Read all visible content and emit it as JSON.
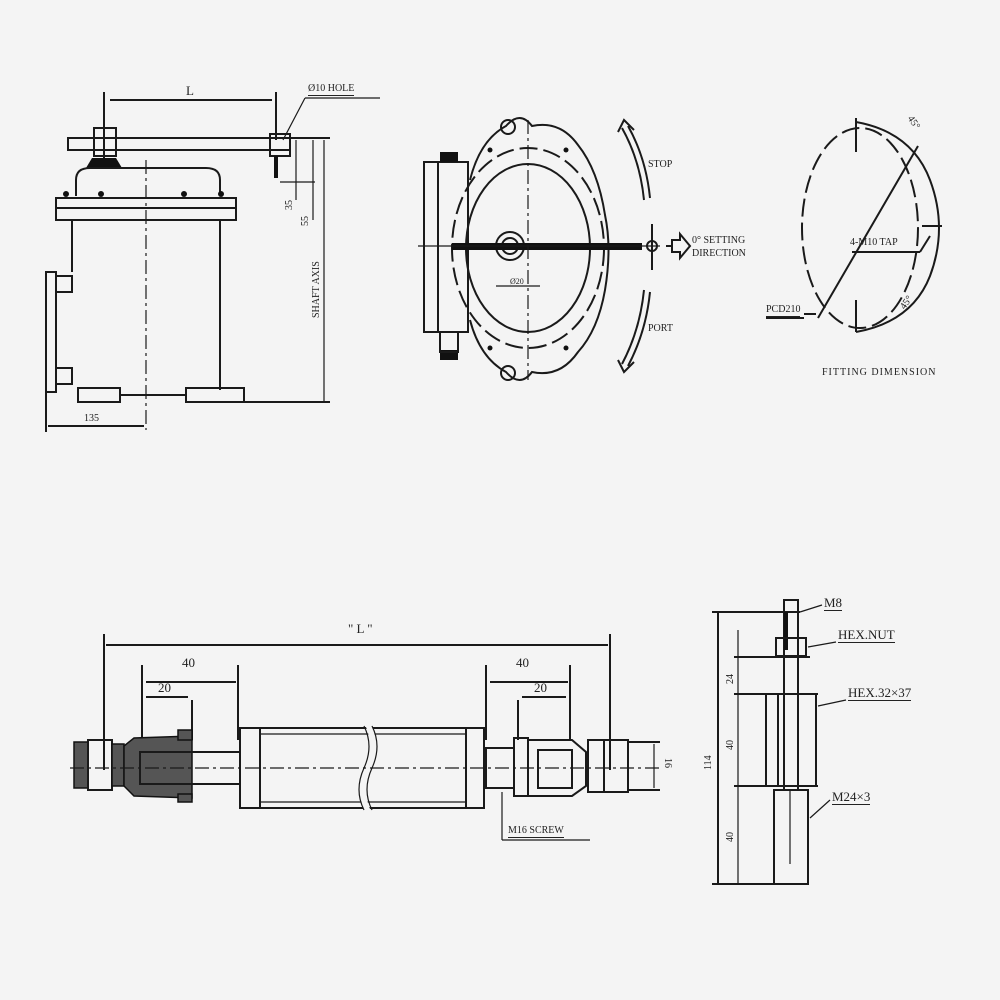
{
  "views": {
    "side_view": {
      "dim_lever_length": "L",
      "hole_callout": "Ø10 HOLE",
      "dim_35": "35",
      "dim_55": "55",
      "dim_shaft_height": "SHAFT AXIS",
      "dim_base_offset": "135"
    },
    "top_view": {
      "arrow_upper_label": "STOP",
      "arrow_lower_label": "PORT",
      "setting_direction_line1": "0° SETTING",
      "setting_direction_line2": "DIRECTION",
      "center_dim": "Ø20"
    },
    "fitting": {
      "angle_label_top": "45°",
      "angle_label_bottom": "45°",
      "tap_label": "4-M10 TAP",
      "pcd_label": "PCD210",
      "caption": "FITTING DIMENSION"
    },
    "rod_assembly": {
      "overall_length": "\" L \"",
      "left_dim_outer": "40",
      "left_dim_inner": "20",
      "right_dim_outer": "40",
      "right_dim_inner": "20",
      "right_dia": "16",
      "screw_label": "M16 SCREW"
    },
    "bolt_detail": {
      "top_thread": "M8",
      "hex_nut": "HEX.NUT",
      "hex_body": "HEX.32×37",
      "bottom_thread": "M24×3",
      "dim_total": "114",
      "dim_top": "24",
      "dim_middle": "40",
      "dim_bottom": "40"
    }
  }
}
